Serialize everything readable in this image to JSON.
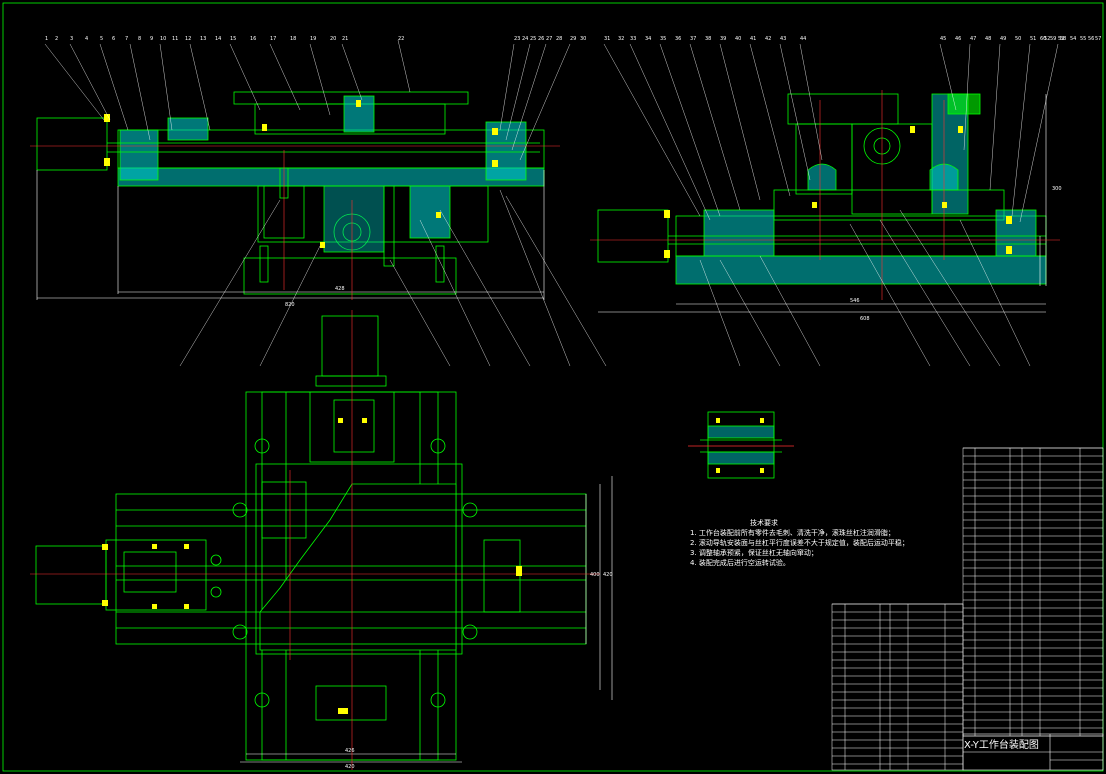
{
  "drawing": {
    "title": "X-Y工作台装配图",
    "subtitle": "",
    "colors": {
      "background": "#000000",
      "outline": "#00ff00",
      "centerline": "#ff3030",
      "dimension": "#ffffff",
      "section_fill": "#00c8c8",
      "bolt": "#ffff00",
      "table_grid": "#ffffff"
    }
  },
  "tech_notes": {
    "heading": "技术要求",
    "items": [
      "1. 工作台装配前所有零件去毛刺、清洗干净，滚珠丝杠注润滑脂；",
      "2. 滚动导轨安装面与丝杠平行度误差不大于规定值，装配后运动平稳；",
      "3. 调整轴承预紧，保证丝杠无轴向窜动；",
      "4. 装配完成后进行空运转试验。"
    ]
  },
  "leader_numbers_top_left": [
    "1",
    "2",
    "3",
    "4",
    "5",
    "6",
    "7",
    "8",
    "9",
    "10",
    "11",
    "12",
    "13",
    "14",
    "15",
    "16",
    "17",
    "18",
    "19",
    "20",
    "21",
    "22",
    "23",
    "24",
    "25",
    "26",
    "27",
    "28",
    "29",
    "30"
  ],
  "leader_numbers_top_right": [
    "31",
    "32",
    "33",
    "34",
    "35",
    "36",
    "37",
    "38",
    "39",
    "40",
    "41",
    "42",
    "43",
    "44",
    "45",
    "46",
    "47",
    "48",
    "49",
    "50",
    "51",
    "52",
    "53",
    "54",
    "55",
    "56",
    "57",
    "58",
    "59",
    "60"
  ],
  "dimensions": {
    "top_left_width": "820",
    "top_left_inner": "428",
    "top_right_width": "608",
    "top_right_inner": "546",
    "bottom_width": "426",
    "bottom_inner": "420",
    "right_height": "400",
    "right_height2": "420",
    "right_view_height": "300"
  }
}
